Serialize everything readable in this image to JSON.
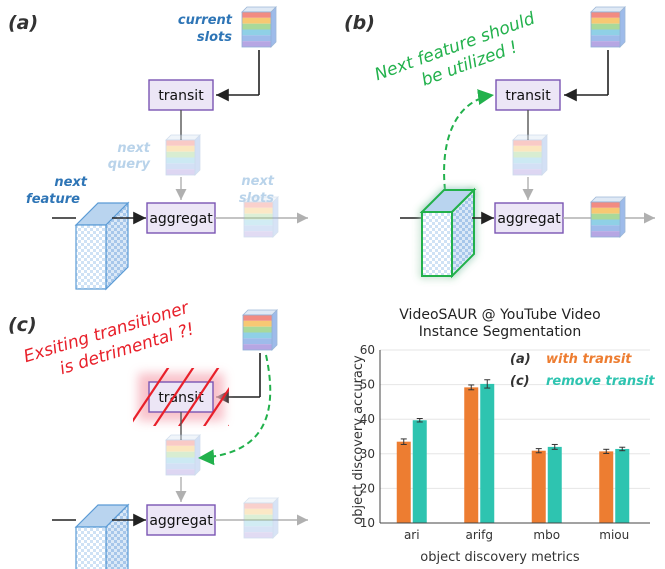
{
  "panels": {
    "a": {
      "label": "(a)",
      "current_slots": [
        "current",
        "slots"
      ],
      "next_query": [
        "next",
        "query"
      ],
      "next_feature": [
        "next",
        "feature"
      ],
      "next_slots": [
        "next",
        "slots"
      ]
    },
    "b": {
      "label": "(b)",
      "note": [
        "Next feature should",
        "be utilized !"
      ]
    },
    "c": {
      "label": "(c)",
      "note": [
        "Exsiting transitioner",
        "is detrimental ?!"
      ]
    }
  },
  "boxes": {
    "transit": "transit",
    "aggregat": "aggregat"
  },
  "colors": {
    "box_fill": "#ece6f6",
    "box_border": "#7a55b3",
    "feature_blue": "#5b9bd5",
    "green": "#22b14c",
    "red": "#e8202a",
    "orange": "#ed7d31",
    "teal": "#2ec4b0",
    "arrow_gray": "#b0b0b0"
  },
  "slot_stripe_colors": [
    "#f28b82",
    "#f7c873",
    "#a9d99a",
    "#8fd0e6",
    "#9ebbea",
    "#b6a6e3"
  ],
  "chart_data": {
    "type": "bar",
    "title": [
      "VideoSAUR @ YouTube Video",
      "Instance Segmentation"
    ],
    "xlabel": "object discovery metrics",
    "ylabel": "object discovery accuracy",
    "categories": [
      "ari",
      "arifg",
      "mbo",
      "miou"
    ],
    "ylim": [
      10,
      60
    ],
    "yticks": [
      "10",
      "20",
      "30",
      "40",
      "50",
      "60"
    ],
    "series": [
      {
        "name": "(a) with transit",
        "tag": "(a)",
        "text": "with transit",
        "color": "#ed7d31",
        "values": [
          33.5,
          49.2,
          30.9,
          30.7
        ],
        "err": [
          0.8,
          0.7,
          0.6,
          0.6
        ]
      },
      {
        "name": "(c) remove transit",
        "tag": "(c)",
        "text": "remove transit",
        "color": "#2ec4b0",
        "values": [
          39.7,
          50.2,
          32.0,
          31.4
        ],
        "err": [
          0.5,
          1.2,
          0.7,
          0.5
        ]
      }
    ]
  }
}
